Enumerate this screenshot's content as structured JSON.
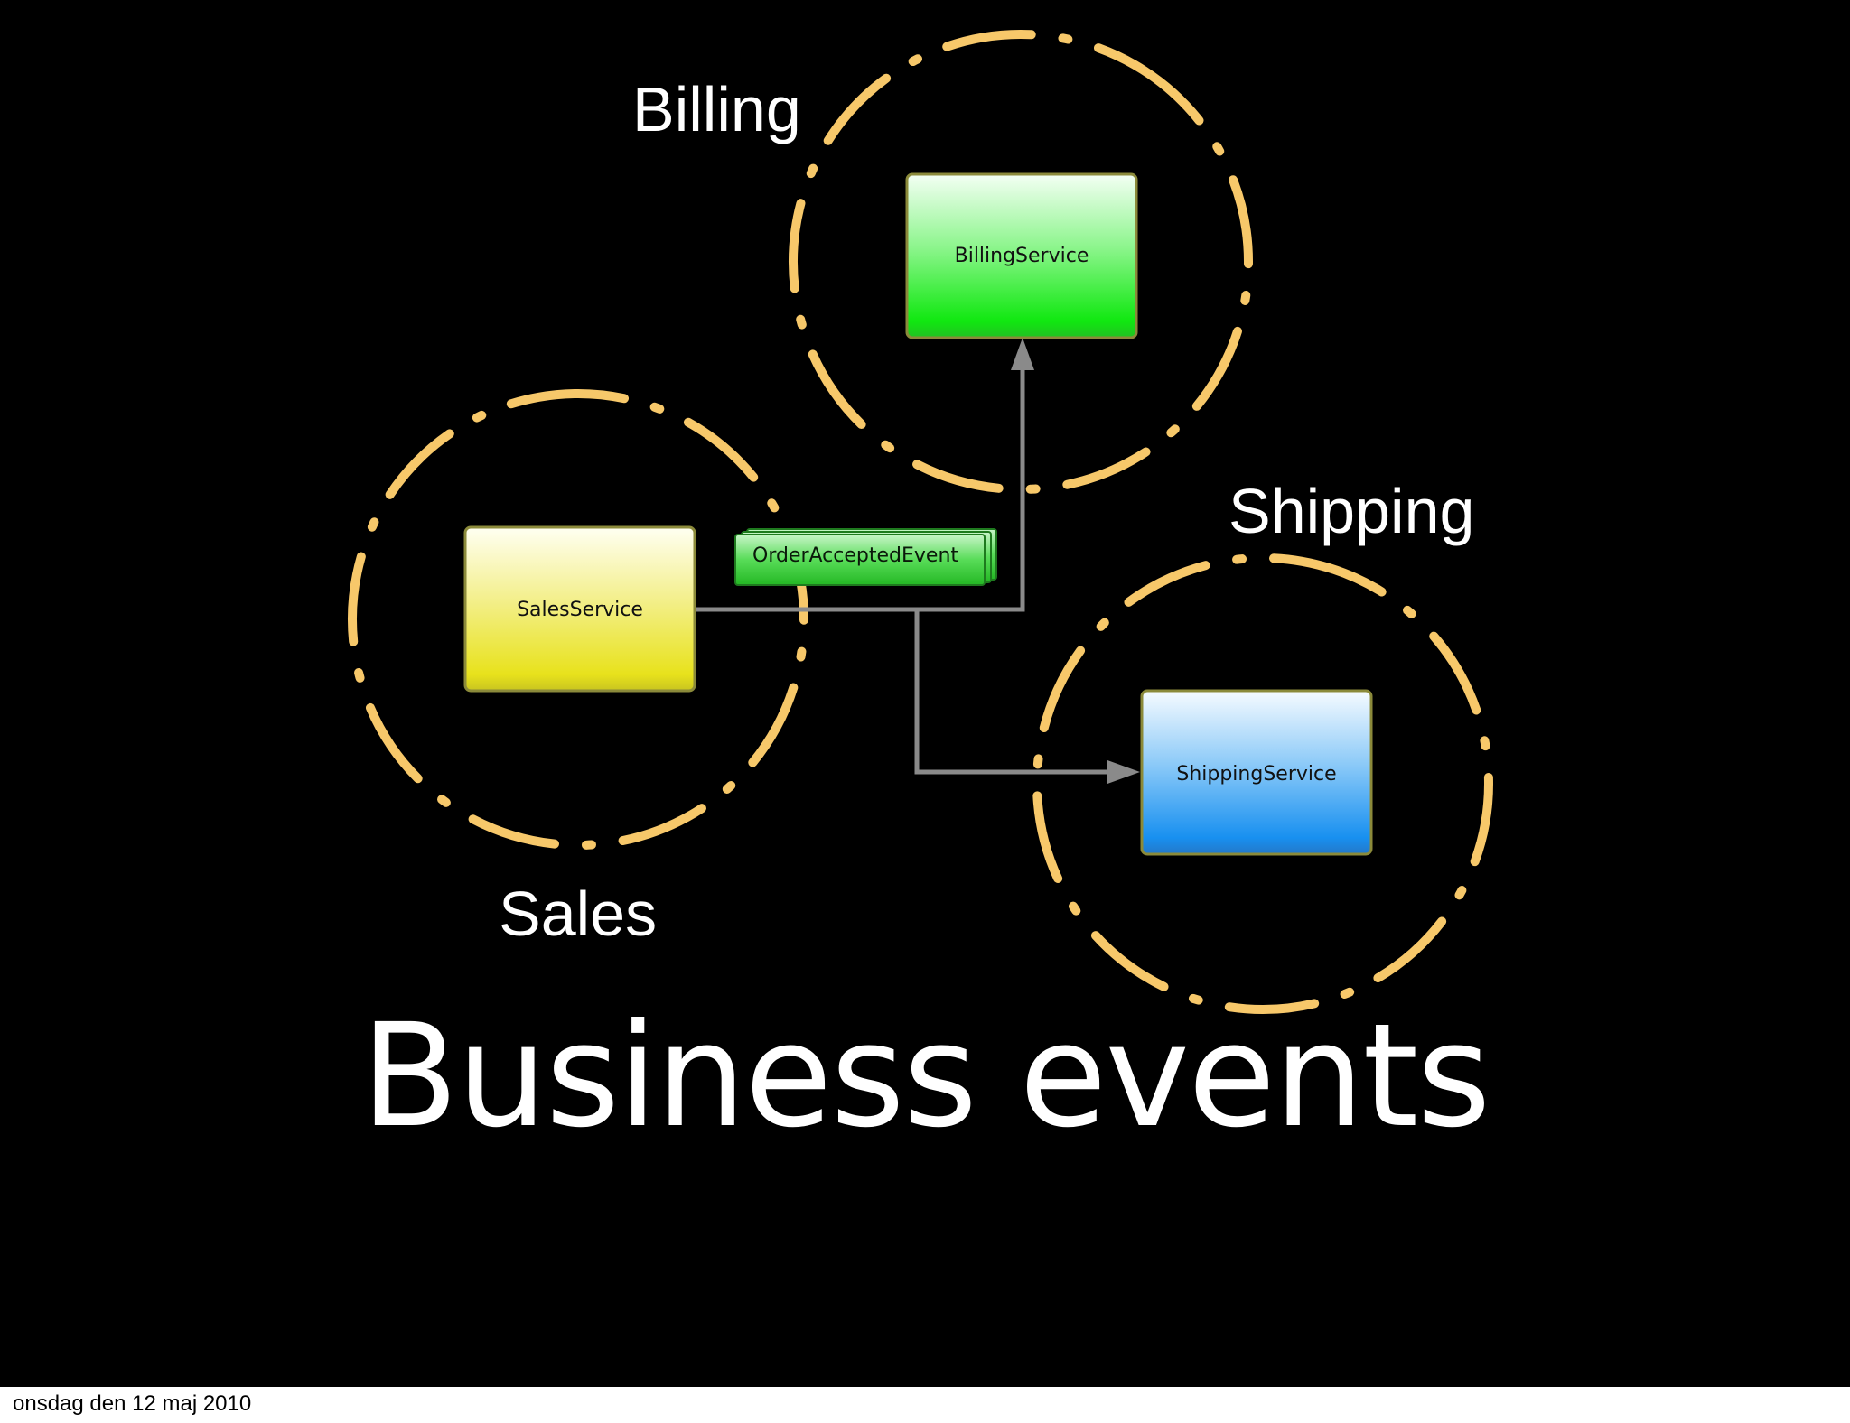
{
  "domains": {
    "billing": {
      "label": "Billing",
      "service": "BillingService"
    },
    "sales": {
      "label": "Sales",
      "service": "SalesService"
    },
    "shipping": {
      "label": "Shipping",
      "service": "ShippingService"
    }
  },
  "event": {
    "label": "OrderAcceptedEvent"
  },
  "title": "Business events",
  "footer": {
    "date": "onsdag den 12 maj 2010"
  },
  "colors": {
    "background": "#000000",
    "boundary": "#f7c86a",
    "billing_service": "#22e022",
    "sales_service": "#e6e02a",
    "shipping_service": "#1e90f0",
    "event": "#3ccf3c",
    "connector": "#8a8a8a"
  },
  "icons": {
    "arrow_to_billing": "arrow-up-icon",
    "arrow_to_shipping": "arrow-right-icon"
  }
}
